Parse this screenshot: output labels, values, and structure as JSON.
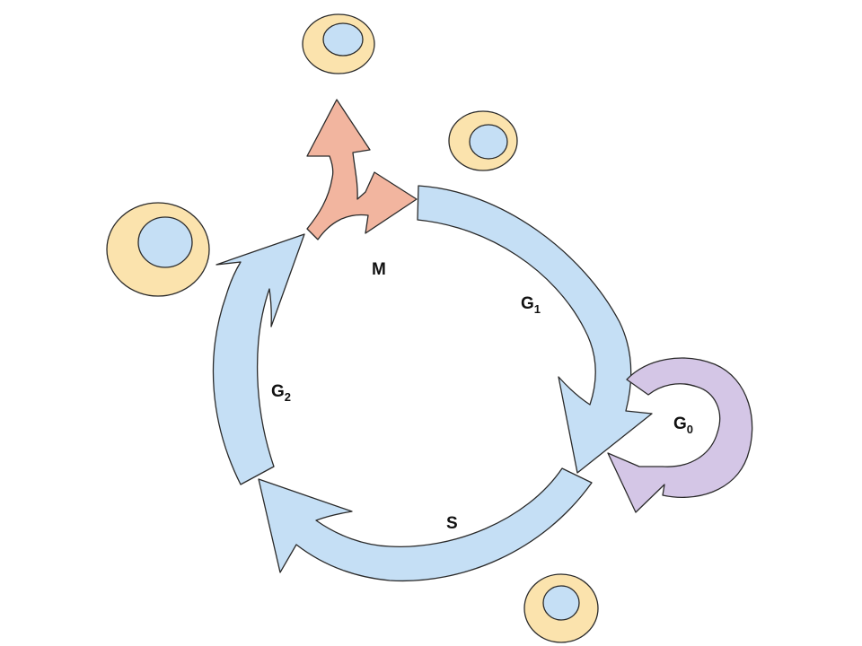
{
  "diagram": {
    "labels": {
      "m": "M",
      "g1": {
        "main": "G",
        "sub": "1"
      },
      "g2": {
        "main": "G",
        "sub": "2"
      },
      "g0": {
        "main": "G",
        "sub": "0"
      },
      "s": "S"
    },
    "colors": {
      "cycle_fill": "#c5dff5",
      "mitosis_fill": "#f2b59f",
      "g0_fill": "#d4c6e6",
      "cytoplasm_fill": "#fbe3ad",
      "nucleus_fill": "#c5dff5",
      "outline": "#2a2a2a"
    }
  }
}
